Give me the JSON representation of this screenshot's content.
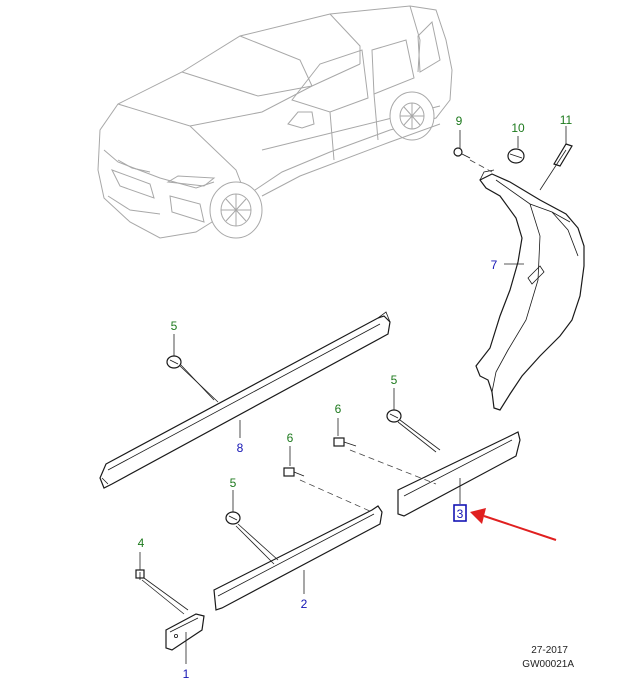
{
  "colors": {
    "green_label": "#1e7a1e",
    "blue_label": "#1414b4",
    "highlight_box": "#1414b4",
    "arrow": "#e02020",
    "part_line": "#1a1a1a",
    "vehicle_line": "#a8a8a8"
  },
  "callouts": {
    "c1": "1",
    "c2": "2",
    "c3": "3",
    "c4": "4",
    "c5a": "5",
    "c5b": "5",
    "c5c": "5",
    "c6a": "6",
    "c6b": "6",
    "c7": "7",
    "c8": "8",
    "c9": "9",
    "c10": "10",
    "c11": "11"
  },
  "footer": {
    "date": "27-2017",
    "code": "GW00021A"
  },
  "highlighted_part": "3"
}
